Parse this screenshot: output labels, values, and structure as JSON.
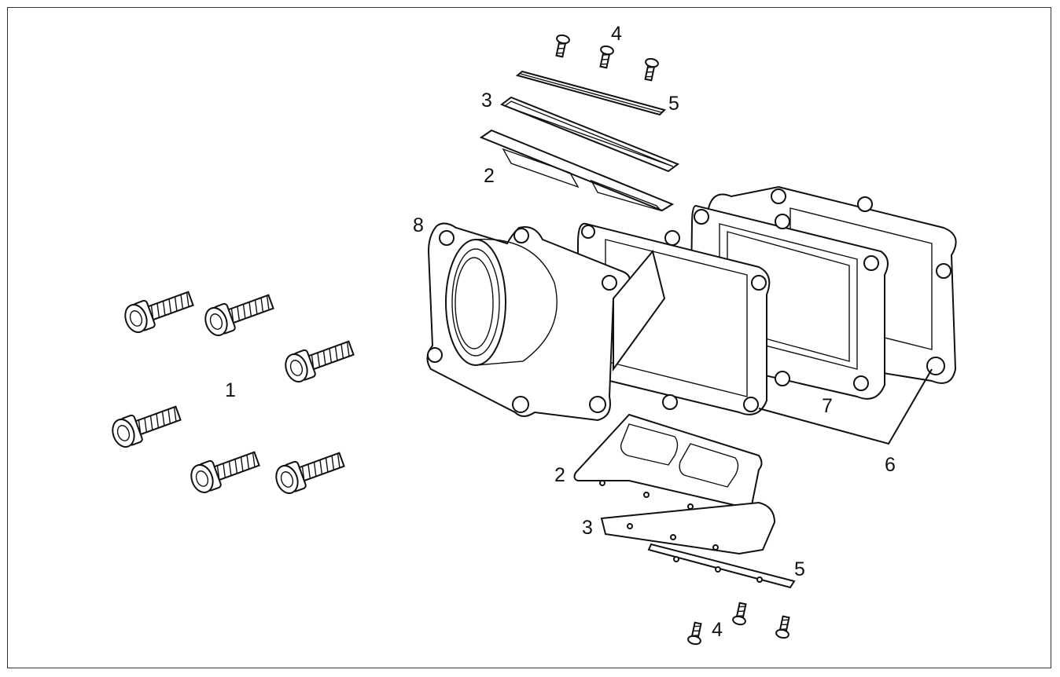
{
  "diagram": {
    "labels": {
      "bolts": "1",
      "reed_petal_top": "2",
      "reed_petal_bottom": "2",
      "stopper_top": "3",
      "stopper_bottom": "3",
      "screw_top": "4",
      "screw_bottom": "4",
      "plate_top": "5",
      "plate_bottom": "5",
      "gaskets": "6",
      "reed_block": "7",
      "intake_manifold": "8"
    }
  }
}
